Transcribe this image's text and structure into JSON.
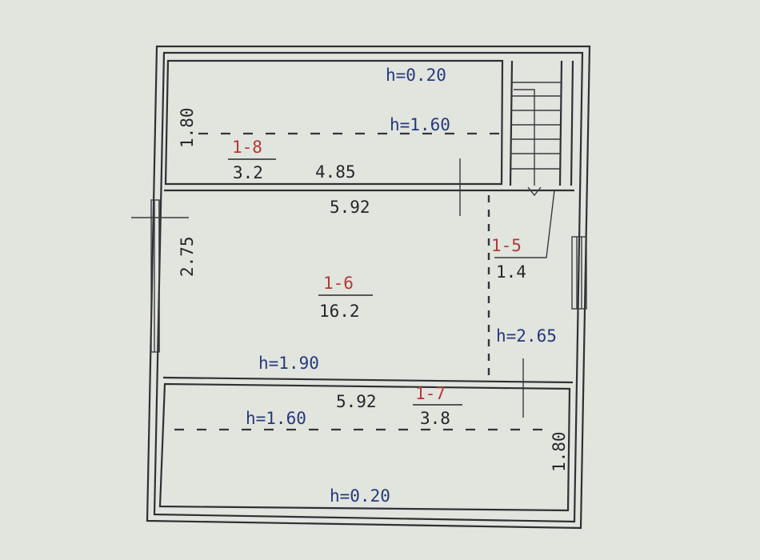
{
  "rooms": [
    {
      "number": "1-8",
      "area": "3.2"
    },
    {
      "number": "1-6",
      "area": "16.2"
    },
    {
      "number": "1-5",
      "area": "1.4"
    },
    {
      "number": "1-7",
      "area": "3.8"
    }
  ],
  "dimensions": {
    "top_room_height": "1.80",
    "top_room_length": "4.85",
    "top_room_width": "5.92",
    "main_room_depth": "2.75",
    "bottom_room_width": "5.92",
    "bottom_room_height": "1.80"
  },
  "heights": {
    "top_outer": "h=0.20",
    "top_inner": "h=1.60",
    "main": "h=1.90",
    "side": "h=2.65",
    "bottom_inner": "h=1.60",
    "bottom_outer": "h=0.20"
  },
  "colors": {
    "room_number": "#b23a34",
    "height_label": "#243a7a",
    "ink": "#26262a",
    "paper": "#e2e4de"
  }
}
